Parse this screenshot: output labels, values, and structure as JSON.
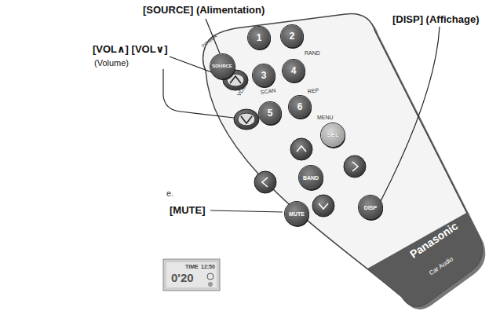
{
  "diagram": {
    "nodes": [
      {
        "text": [
          "Panasonic",
          "Car Audio"
        ]
      },
      {
        "text": [
          "SOURCE"
        ],
        "in": 0
      },
      {
        "text": [
          "1"
        ],
        "in": 0
      },
      {
        "text": [
          "2"
        ],
        "in": 0
      },
      {
        "text": [
          "3"
        ],
        "in": 0
      },
      {
        "text": [
          "4"
        ],
        "in": 0
      },
      {
        "text": [
          "5"
        ],
        "in": 0
      },
      {
        "text": [
          "6"
        ],
        "in": 0
      },
      {
        "text": [
          "SEL"
        ],
        "in": 0
      },
      {
        "text": [
          "BAND"
        ],
        "in": 0
      },
      {
        "text": [
          "MUTE"
        ],
        "in": 0
      },
      {
        "text": [
          "DISP"
        ],
        "in": 0
      }
    ],
    "labels": [
      "POWER",
      "RAND",
      "SCAN",
      "REP",
      "VOL",
      "MENU",
      "[SOURCE] (Alimentation)",
      "[VOL∧] [VOL∨]",
      "(Volume)",
      "[DISP] (Affichage)",
      "[MUTE]",
      "e.",
      "TIME",
      "12:50",
      "0'20"
    ]
  }
}
